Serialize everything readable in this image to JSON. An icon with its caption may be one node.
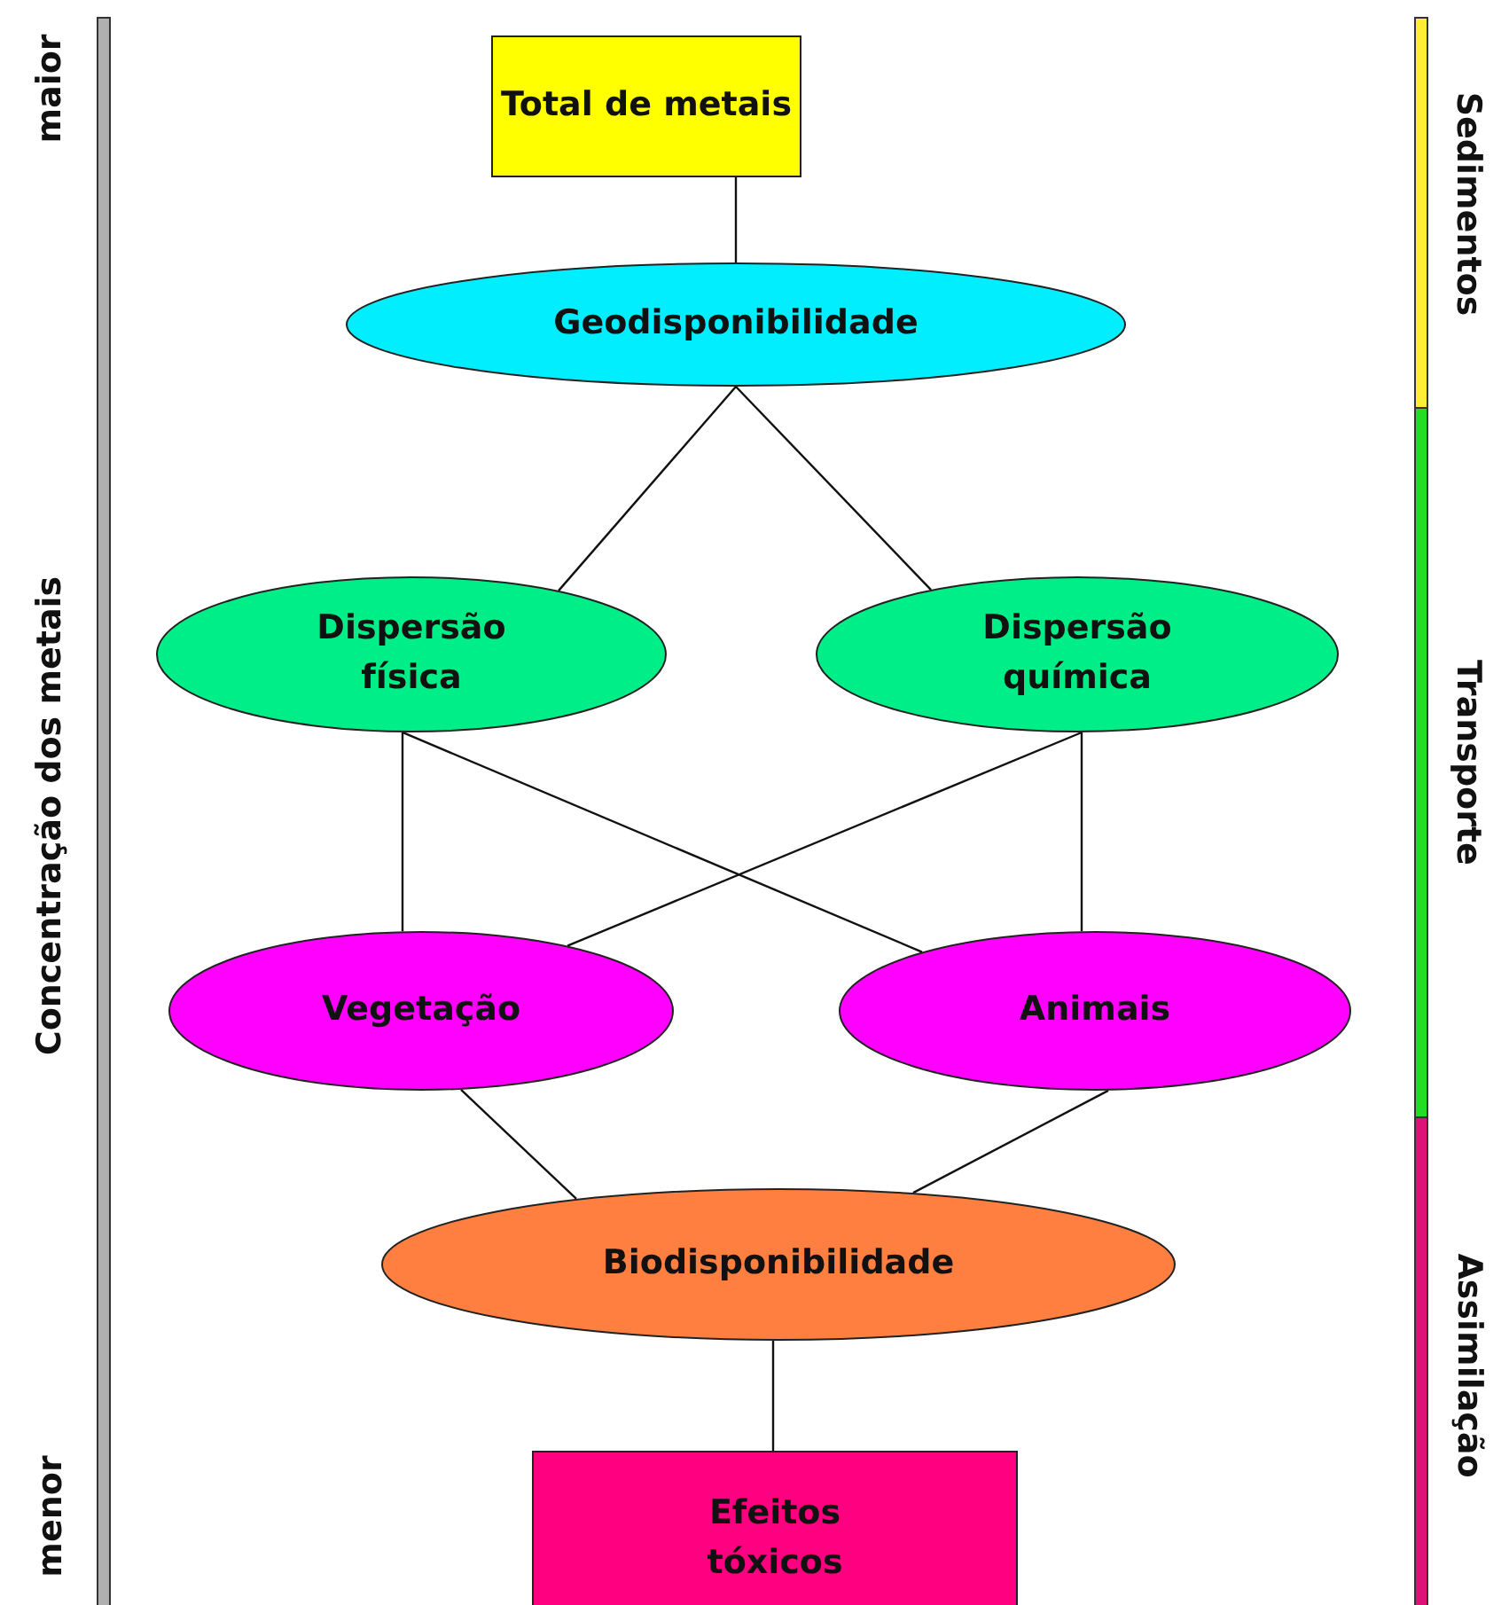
{
  "diagram": {
    "nodes": [
      {
        "text": [
          "Total de metais"
        ]
      },
      {
        "text": [
          "Geodisponibilidade"
        ]
      },
      {
        "text": [
          "Dispersão física"
        ]
      },
      {
        "text": [
          "Dispersão química"
        ]
      },
      {
        "text": [
          "Vegetação"
        ]
      },
      {
        "text": [
          "Animais"
        ]
      },
      {
        "text": [
          "Biodisponibilidade"
        ]
      },
      {
        "text": [
          "Efeitos tóxicos"
        ]
      }
    ],
    "edges": [
      {
        "from": 0,
        "to": 1,
        "arrow": "none"
      },
      {
        "from": 1,
        "to": 2,
        "arrow": "none"
      },
      {
        "from": 1,
        "to": 3,
        "arrow": "none"
      },
      {
        "from": 2,
        "to": 4,
        "arrow": "none"
      },
      {
        "from": 2,
        "to": 5,
        "arrow": "none"
      },
      {
        "from": 3,
        "to": 4,
        "arrow": "none"
      },
      {
        "from": 3,
        "to": 5,
        "arrow": "none"
      },
      {
        "from": 4,
        "to": 6,
        "arrow": "none"
      },
      {
        "from": 5,
        "to": 6,
        "arrow": "none"
      },
      {
        "from": 6,
        "to": 7,
        "arrow": "none"
      }
    ],
    "labels": [
      "maior",
      "Concentração dos metais",
      "menor",
      "Sedimentos",
      "Transporte",
      "Assimilação"
    ]
  }
}
